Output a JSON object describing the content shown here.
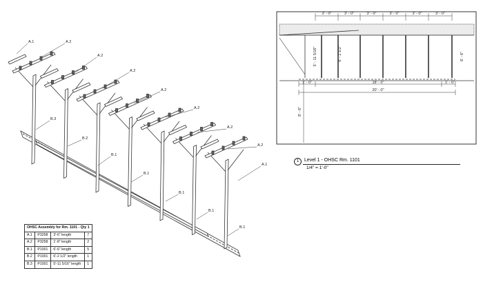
{
  "isometric_tags": [
    "A.1",
    "A.2",
    "A.2",
    "A.2",
    "A.2",
    "A.2",
    "A.2",
    "A.2",
    "A.1",
    "B.3",
    "B.2",
    "B.1",
    "B.1",
    "B.1",
    "B.1",
    "B.1"
  ],
  "elevation": {
    "top_spacing": [
      "3' - 0\"",
      "3' - 0\"",
      "3' - 0\"",
      "3' - 0\"",
      "3' - 0\"",
      "3' - 0\""
    ],
    "heights": [
      "5' - 11 5/16\"",
      "6' - 2 1/2\"",
      "6' - 6\""
    ],
    "bottom_dims": [
      "1' - 0\"",
      "18' - 0\"",
      "1' - 0\"",
      "20' - 0\""
    ],
    "left_height": "8' - 6\""
  },
  "view_title": {
    "number": "1",
    "name": "Level 1 - OHSC Rm. 1101",
    "scale": "1/4\" = 1'-0\""
  },
  "bom": {
    "title": "OHSC Assembly for Rm. 1101 - Qty 1",
    "rows": [
      [
        "A.1",
        "P3258",
        "3'-6\" length",
        "7"
      ],
      [
        "A.2",
        "P3258",
        "1'-8\" length",
        "2"
      ],
      [
        "B.1",
        "P1001",
        "6'-6\" length",
        "5"
      ],
      [
        "B.2",
        "P1001",
        "6'-2 1/2\" length",
        "1"
      ],
      [
        "B.3",
        "P1001",
        "5'-11 5/16\" length",
        "1"
      ]
    ]
  }
}
